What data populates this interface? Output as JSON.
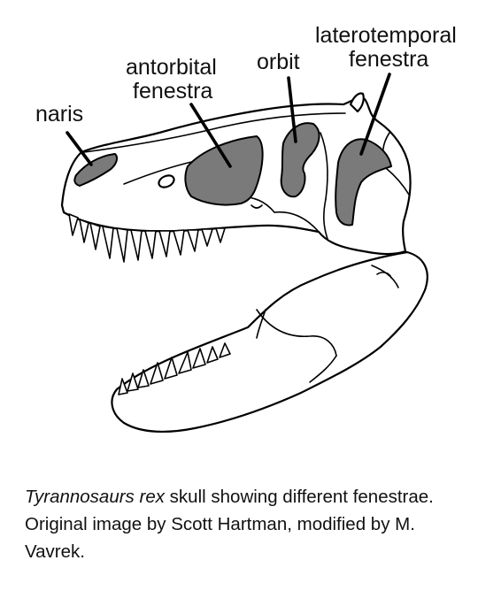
{
  "diagram": {
    "labels": {
      "naris": "naris",
      "antorbital_line1": "antorbital",
      "antorbital_line2": "fenestra",
      "orbit": "orbit",
      "laterotemporal_line1": "laterotemporal",
      "laterotemporal_line2": "fenestra"
    },
    "colors": {
      "outline": "#000000",
      "fenestra_fill": "#7a7a7a",
      "bone_fill": "#ffffff",
      "text": "#111111"
    }
  },
  "caption": {
    "species": "Tyrannosaurs rex",
    "text": " skull showing different fenestrae. Original image by Scott Hartman, modified by M. Vavrek."
  }
}
